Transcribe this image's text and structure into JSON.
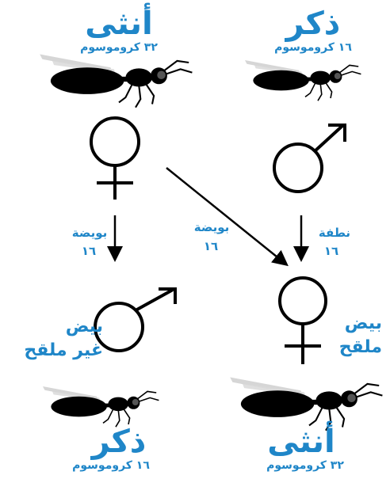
{
  "top": {
    "female": {
      "title": "أنثى",
      "chromosomes": "٣٢ كروموسوم"
    },
    "male": {
      "title": "ذكر",
      "chromosomes": "١٦ كروموسوم"
    }
  },
  "middle": {
    "left_egg": {
      "label": "بويضة",
      "count": "١٦"
    },
    "cross_egg": {
      "label": "بويضة",
      "count": "١٦"
    },
    "sperm": {
      "label": "نطفة",
      "count": "١٦"
    }
  },
  "offspring": {
    "unfertilized": {
      "line1": "بيض",
      "line2": "غير ملقح"
    },
    "fertilized": {
      "line1": "بيض",
      "line2": "ملقح"
    }
  },
  "bottom": {
    "male": {
      "title": "ذكر",
      "chromosomes": "١٦ كروموسوم"
    },
    "female": {
      "title": "أنثى",
      "chromosomes": "٣٢ كروموسوم"
    }
  },
  "icons": [
    "wasp-icon",
    "female-symbol-icon",
    "male-symbol-icon",
    "arrow-icon"
  ],
  "colors": {
    "text": "#1f86c8",
    "ink": "#000000",
    "wing": "#cfcfcf"
  }
}
